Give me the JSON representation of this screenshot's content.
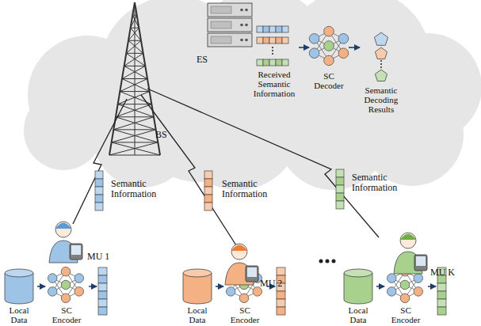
{
  "diagram": {
    "nodes": [
      {
        "text": [
          "ES"
        ]
      },
      {
        "text": [
          "Received Semantic Information"
        ]
      },
      {
        "text": [
          "SC Decoder"
        ]
      },
      {
        "text": [
          "Semantic Decoding Results"
        ]
      },
      {
        "text": [
          "Local Data"
        ]
      },
      {
        "text": [
          "SC Encoder"
        ]
      },
      {
        "text": [
          "Local Data"
        ]
      },
      {
        "text": [
          "SC Encoder"
        ]
      },
      {
        "text": [
          "Local Data"
        ]
      },
      {
        "text": [
          "SC Encoder"
        ]
      }
    ],
    "edges": [
      {
        "from": 1,
        "to": 2,
        "arrow": "to"
      },
      {
        "from": 2,
        "to": 3,
        "arrow": "to"
      },
      {
        "from": 4,
        "to": 5,
        "arrow": "to"
      },
      {
        "from": 6,
        "to": 7,
        "arrow": "to"
      },
      {
        "from": 8,
        "to": 9,
        "arrow": "to"
      }
    ],
    "labels": [
      "BS",
      "Semantic Information",
      "Semantic Information",
      "Semantic Information",
      "MU 1",
      "MU 2",
      "MU K"
    ]
  }
}
